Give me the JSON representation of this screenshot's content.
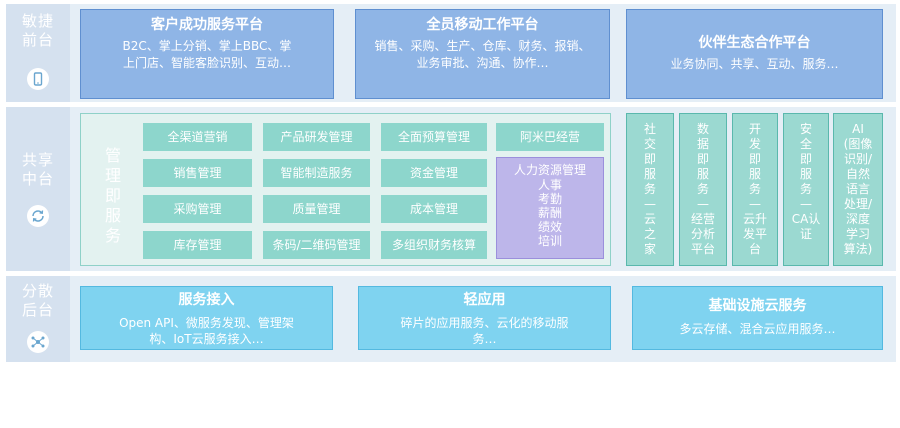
{
  "rows": {
    "front": {
      "label_lines": [
        "敏捷",
        "前台"
      ],
      "icon": "mobile-phone-icon",
      "cards": [
        {
          "title": "客户成功服务平台",
          "desc_lines": [
            "B2C、掌上分销、掌上BBC、掌",
            "上门店、智能客脸识别、互动…"
          ]
        },
        {
          "title": "全员移动工作平台",
          "desc_lines": [
            "销售、采购、生产、仓库、财务、报销、",
            "业务审批、沟通、协作…"
          ]
        },
        {
          "title": "伙伴生态合作平台",
          "desc_lines": [
            "业务协同、共享、互动、服务…"
          ]
        }
      ]
    },
    "middle": {
      "label_lines": [
        "共享",
        "中台"
      ],
      "icon": "refresh-cycle-icon",
      "mgmt_title_chars": [
        "管",
        "理",
        "即",
        "服",
        "务"
      ],
      "grid": [
        [
          "全渠道营销",
          "产品研发管理",
          "全面预算管理",
          "阿米巴经营"
        ],
        [
          "销售管理",
          "智能制造服务",
          "资金管理"
        ],
        [
          "采购管理",
          "质量管理",
          "成本管理"
        ],
        [
          "库存管理",
          "条码/二维码管理",
          "多组织财务核算"
        ]
      ],
      "hr": {
        "title": "人力资源管理",
        "items": [
          "人事",
          "考勤",
          "薪酬",
          "绩效",
          "培训"
        ]
      },
      "columns": [
        {
          "name": "social",
          "lines": [
            "社",
            "交",
            "即",
            "服",
            "务",
            "—",
            "云",
            "之",
            "家"
          ]
        },
        {
          "name": "data",
          "lines": [
            "数",
            "据",
            "即",
            "服",
            "务",
            "—",
            "经营",
            "分析",
            "平台"
          ]
        },
        {
          "name": "dev",
          "lines": [
            "开",
            "发",
            "即",
            "服",
            "务",
            "—",
            "云升",
            "发平",
            "台"
          ]
        },
        {
          "name": "security",
          "lines": [
            "安",
            "全",
            "即",
            "服",
            "务",
            "—",
            "CA认",
            "证"
          ]
        },
        {
          "name": "ai",
          "lines": [
            "AI",
            "(图像",
            "识别/",
            "自然",
            "语言",
            "处理/",
            "深度",
            "学习",
            "算法)"
          ]
        }
      ]
    },
    "back": {
      "label_lines": [
        "分散",
        "后台"
      ],
      "icon": "cloud-network-icon",
      "cards": [
        {
          "title": "服务接入",
          "desc_lines": [
            "Open API、微服务发现、管理架",
            "构、IoT云服务接入…"
          ]
        },
        {
          "title": "轻应用",
          "desc_lines": [
            "碎片的应用服务、云化的移动服",
            "务…"
          ]
        },
        {
          "title": "基础设施云服务",
          "desc_lines": [
            "多云存储、混合云应用服务…"
          ]
        }
      ]
    }
  }
}
